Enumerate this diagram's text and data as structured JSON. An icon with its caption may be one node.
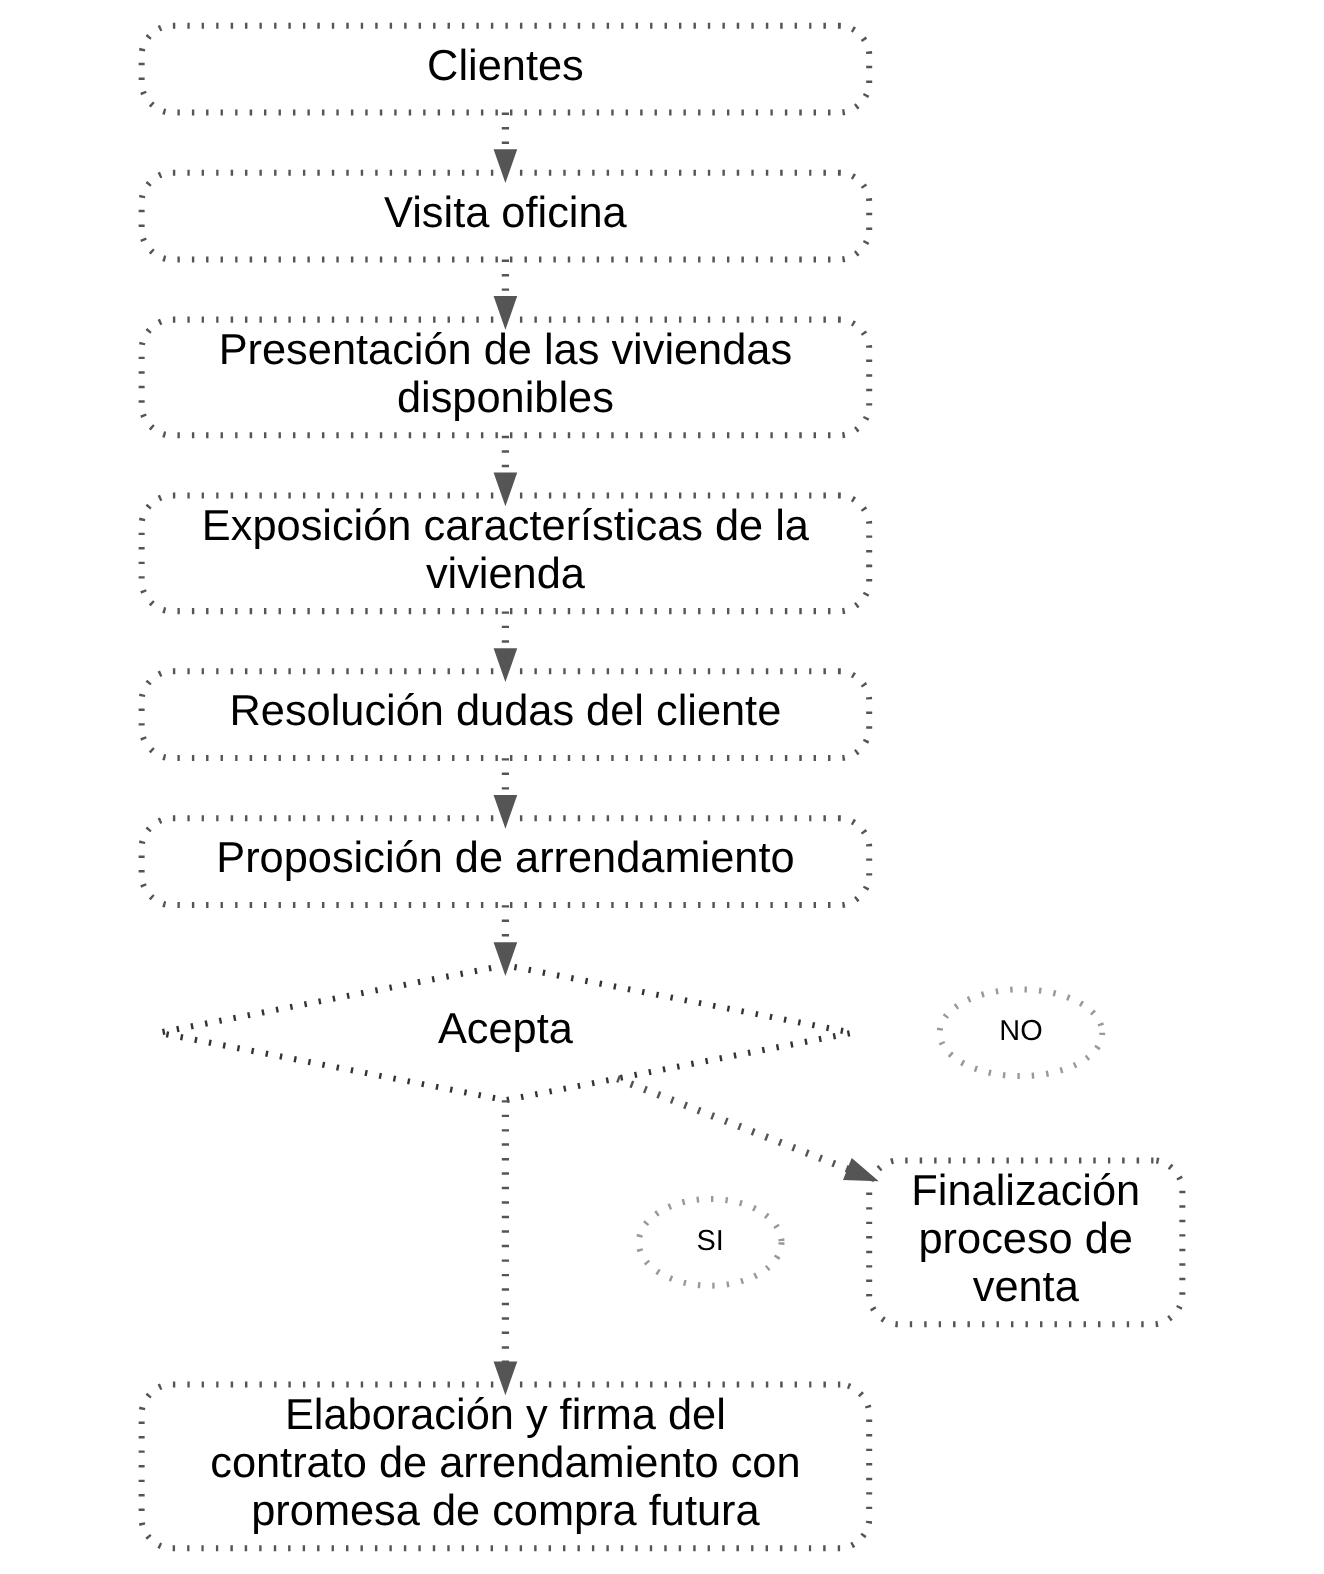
{
  "diagram": {
    "nodes": [
      {
        "text": [
          "Clientes"
        ]
      },
      {
        "text": [
          "Visita oficina"
        ]
      },
      {
        "text": [
          "Presentación de las viviendas disponibles"
        ]
      },
      {
        "text": [
          "Exposición características de la vivienda"
        ]
      },
      {
        "text": [
          "Resolución dudas del cliente"
        ]
      },
      {
        "text": [
          "Proposición de arrendamiento"
        ]
      },
      {
        "text": [
          "Acepta"
        ]
      },
      {
        "text": [
          "NO"
        ]
      },
      {
        "text": [
          "Finalización proceso de venta"
        ]
      },
      {
        "text": [
          "SI"
        ]
      },
      {
        "text": [
          "Elaboración y firma del contrato de arrendamiento con promesa de compra futura"
        ]
      }
    ],
    "edges": [
      {
        "from": 0,
        "to": 1,
        "arrow": "to"
      },
      {
        "from": 1,
        "to": 2,
        "arrow": "to"
      },
      {
        "from": 2,
        "to": 3,
        "arrow": "to"
      },
      {
        "from": 3,
        "to": 4,
        "arrow": "to"
      },
      {
        "from": 4,
        "to": 5,
        "arrow": "to"
      },
      {
        "from": 5,
        "to": 6,
        "arrow": "to"
      },
      {
        "from": 6,
        "to": 8,
        "arrow": "to"
      },
      {
        "from": 6,
        "to": 10,
        "arrow": "to"
      }
    ]
  }
}
